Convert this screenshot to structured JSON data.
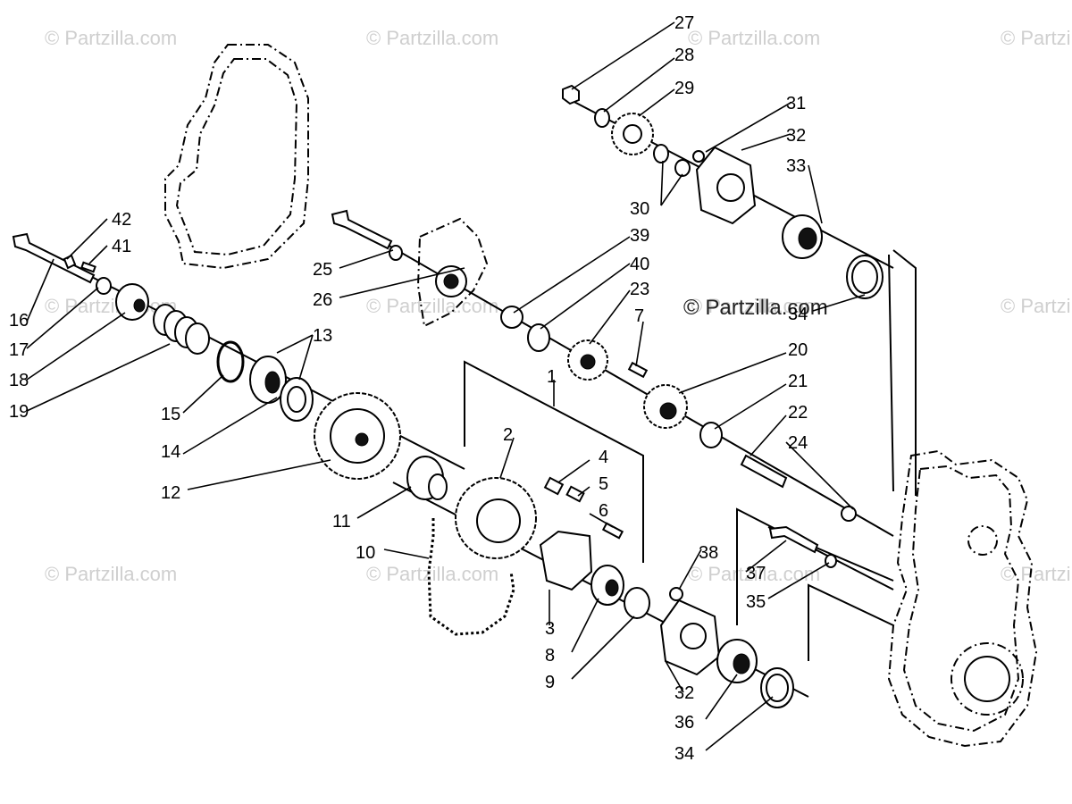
{
  "watermarks": [
    {
      "text": "© Partzilla.com"
    },
    {
      "text": "© Partzilla.com"
    },
    {
      "text": "© Partzilla.com"
    },
    {
      "text": "© Partzilla.com"
    },
    {
      "text": "© Partzilla.com"
    },
    {
      "text": "© Partzilla.com"
    },
    {
      "text": "© Partzilla.com"
    },
    {
      "text": "© Partzilla.com"
    },
    {
      "text": "© Partzilla.com"
    },
    {
      "text": "© Partzilla.com"
    },
    {
      "text": "© Partzilla.com"
    },
    {
      "text": "© Partzilla.com"
    }
  ],
  "center_watermark": "© Partzilla.com",
  "callouts": [
    "1",
    "2",
    "3",
    "4",
    "5",
    "6",
    "7",
    "8",
    "9",
    "10",
    "11",
    "12",
    "13",
    "14",
    "15",
    "16",
    "17",
    "18",
    "19",
    "20",
    "21",
    "22",
    "23",
    "24",
    "25",
    "26",
    "27",
    "28",
    "29",
    "30",
    "31",
    "32",
    "32",
    "33",
    "34",
    "34",
    "35",
    "36",
    "37",
    "38",
    "39",
    "40",
    "41",
    "42"
  ]
}
